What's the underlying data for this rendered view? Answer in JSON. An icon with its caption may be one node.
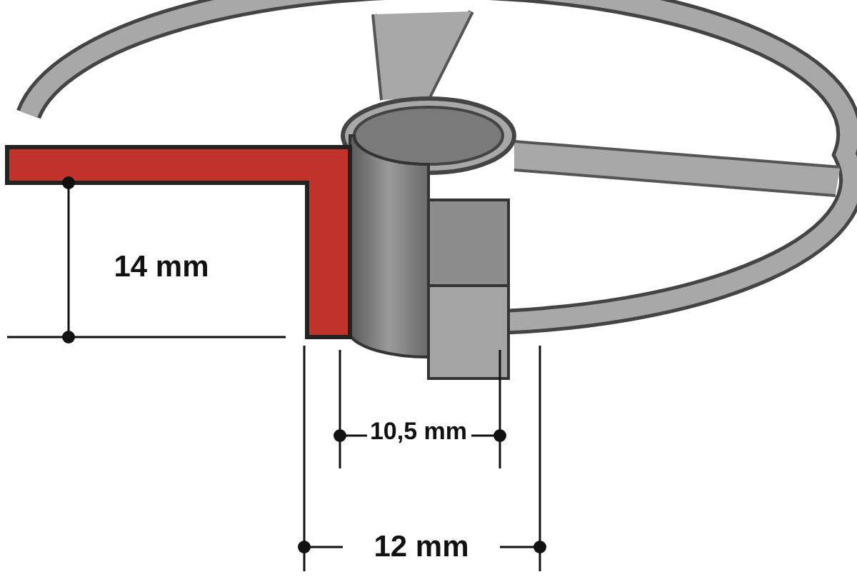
{
  "diagram": {
    "labels": [
      "14 mm",
      "10,5 mm",
      "12 mm"
    ]
  }
}
